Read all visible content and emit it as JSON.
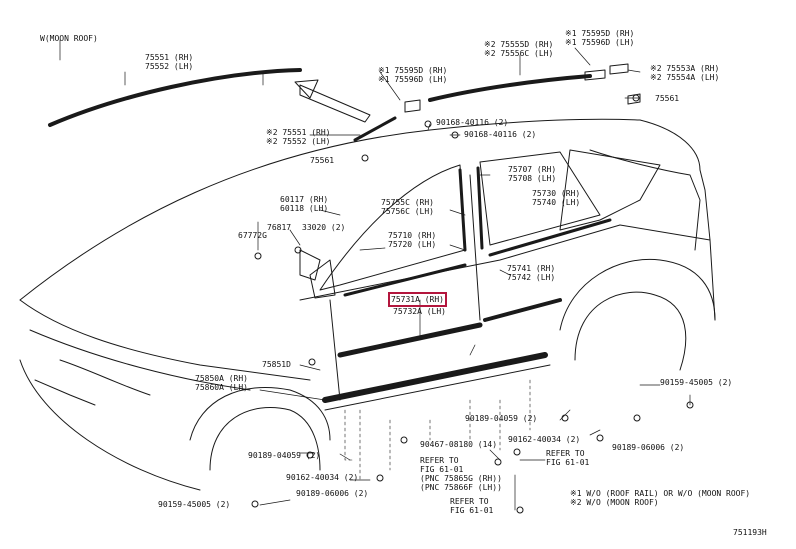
{
  "header": {
    "variant": "W(MOON ROOF)"
  },
  "labels": {
    "p75551": [
      "75551 (RH)",
      "75552 (LH)"
    ],
    "p75555d": [
      "※2 75555D (RH)",
      "※2 75556C (LH)"
    ],
    "p75595d_top": [
      "※1 75595D (RH)",
      "※1 75596D (LH)"
    ],
    "p75553a": [
      "※2 75553A (RH)",
      "※2 75554A (LH)"
    ],
    "p75595d_mid": [
      "※1 75595D (RH)",
      "※1 75596D (LH)"
    ],
    "p75561_r": "75561",
    "p90168_a": "90168-40116 (2)",
    "p90168_b": "90168-40116 (2)",
    "p75551_2": [
      "※2 75551 (RH)",
      "※2 75552 (LH)"
    ],
    "p75561_l": "75561",
    "p75707": [
      "75707 (RH)",
      "75708 (LH)"
    ],
    "p60117": [
      "60117 (RH)",
      "60118 (LH)"
    ],
    "p75755c": [
      "75755C (RH)",
      "75756C (LH)"
    ],
    "p75730": [
      "75730 (RH)",
      "75740 (LH)"
    ],
    "p76817": "76817",
    "p33020": "33020 (2)",
    "p67772g": "67772G",
    "p75710": [
      "75710 (RH)",
      "75720 (LH)"
    ],
    "p75741": [
      "75741 (RH)",
      "75742 (LH)"
    ],
    "p75731a": "75731A (RH)",
    "p75732a": "75732A (LH)",
    "p75851d": "75851D",
    "p75850a": [
      "75850A (RH)",
      "75860A (LH)"
    ],
    "p90159_r": "90159-45005 (2)",
    "p90189_m": "90189-04059 (2)",
    "p90189_l": "90189-04059 (2)",
    "p90467": "90467-08180 (14)",
    "p90162_r": "90162-40034 (2)",
    "p90189_r": "90189-06006 (2)",
    "p90162_l": "90162-40034 (2)",
    "p90189_b": "90189-06006 (2)",
    "p90159_l": "90159-45005 (2)",
    "ref_a": [
      "REFER TO",
      "FIG 61-01"
    ],
    "ref_b": [
      "REFER TO",
      "FIG 61-01",
      "(PNC 75865G (RH))",
      "(PNC 75866F (LH))"
    ],
    "ref_c": [
      "REFER TO",
      "FIG 61-01"
    ],
    "legend": [
      "※1 W/O (ROOF RAIL) OR W/O (MOON ROOF)",
      "※2 W/O (MOON ROOF)"
    ],
    "code": "751193H"
  },
  "colors": {
    "line": "#1a1a1a",
    "highlight": "#b3163d"
  }
}
